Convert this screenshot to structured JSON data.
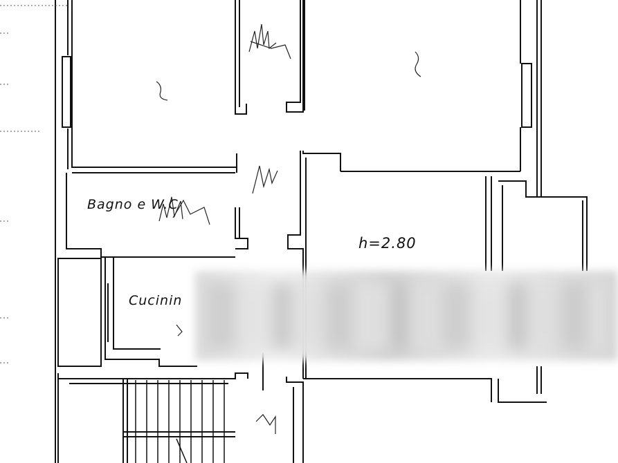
{
  "plan": {
    "room_labels": {
      "bagno": "Bagno e W.C",
      "height": "h=2.80",
      "cucina": "Cucinin"
    },
    "colors": {
      "ink": "#111111",
      "paper": "#ffffff",
      "redaction": "#d6d6d6"
    }
  }
}
